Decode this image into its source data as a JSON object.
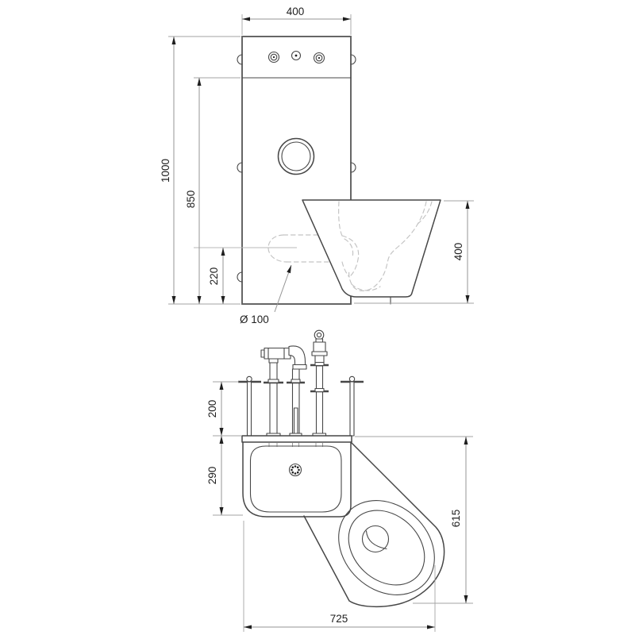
{
  "drawing": {
    "type": "technical-dimension-drawing",
    "views": {
      "front_view": {
        "name": "front-elevation",
        "dimensions": {
          "panel_width": "400",
          "total_height": "1000",
          "upper_edge_height": "850",
          "outlet_center_height": "220",
          "bowl_height": "400",
          "outlet_diameter": "Ø 100"
        }
      },
      "plan_view": {
        "name": "plan-with-pipework",
        "dimensions": {
          "pipes_projection": "200",
          "basin_depth": "290",
          "overall_depth": "615",
          "overall_width": "725"
        }
      }
    },
    "colors": {
      "background": "#ffffff",
      "object_line": "#474747",
      "panel_line": "#5f5f5f",
      "dimension_line": "#959595",
      "hidden_line": "#c3c3c3",
      "text": "#1f1f1f"
    }
  }
}
